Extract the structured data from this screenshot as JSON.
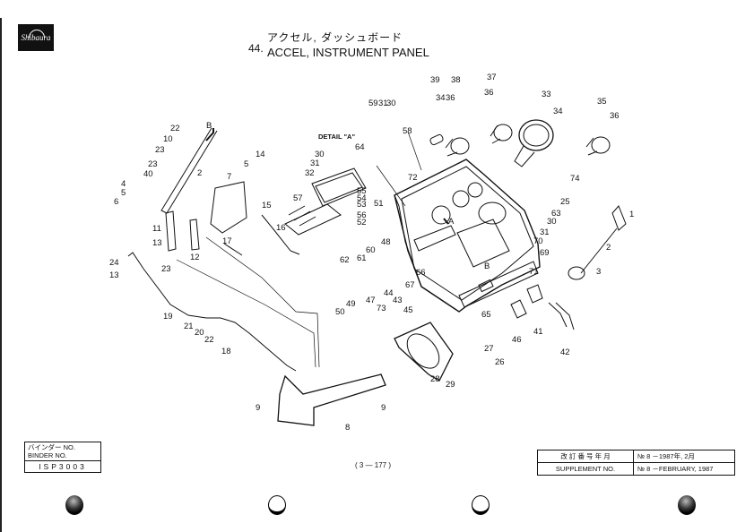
{
  "header": {
    "logo_text": "Shibaura",
    "section_number": "44.",
    "title_jp": "アクセル, ダッシュボード",
    "title_en": "ACCEL, INSTRUMENT PANEL"
  },
  "diagram": {
    "detail_label": "DETAIL \"A\"",
    "callouts": [
      {
        "id": "1",
        "text": "1"
      },
      {
        "id": "2a",
        "text": "2"
      },
      {
        "id": "2b",
        "text": "2"
      },
      {
        "id": "3",
        "text": "3"
      },
      {
        "id": "4",
        "text": "4"
      },
      {
        "id": "5a",
        "text": "5"
      },
      {
        "id": "5b",
        "text": "5"
      },
      {
        "id": "6",
        "text": "6"
      },
      {
        "id": "7",
        "text": "7"
      },
      {
        "id": "8",
        "text": "8"
      },
      {
        "id": "9a",
        "text": "9"
      },
      {
        "id": "9b",
        "text": "9"
      },
      {
        "id": "10",
        "text": "10"
      },
      {
        "id": "11",
        "text": "11"
      },
      {
        "id": "12",
        "text": "12"
      },
      {
        "id": "13a",
        "text": "13"
      },
      {
        "id": "13b",
        "text": "13"
      },
      {
        "id": "14",
        "text": "14"
      },
      {
        "id": "15",
        "text": "15"
      },
      {
        "id": "16",
        "text": "16"
      },
      {
        "id": "17",
        "text": "17"
      },
      {
        "id": "18",
        "text": "18"
      },
      {
        "id": "19",
        "text": "19"
      },
      {
        "id": "20",
        "text": "20"
      },
      {
        "id": "21",
        "text": "21"
      },
      {
        "id": "22a",
        "text": "22"
      },
      {
        "id": "22b",
        "text": "22"
      },
      {
        "id": "23a",
        "text": "23"
      },
      {
        "id": "23b",
        "text": "23"
      },
      {
        "id": "23c",
        "text": "23"
      },
      {
        "id": "24",
        "text": "24"
      },
      {
        "id": "25",
        "text": "25"
      },
      {
        "id": "26",
        "text": "26"
      },
      {
        "id": "27",
        "text": "27"
      },
      {
        "id": "28",
        "text": "28"
      },
      {
        "id": "29",
        "text": "29"
      },
      {
        "id": "30a",
        "text": "30"
      },
      {
        "id": "30b",
        "text": "30"
      },
      {
        "id": "30c",
        "text": "30"
      },
      {
        "id": "31a",
        "text": "31"
      },
      {
        "id": "31b",
        "text": "31"
      },
      {
        "id": "31c",
        "text": "31"
      },
      {
        "id": "32",
        "text": "32"
      },
      {
        "id": "33",
        "text": "33"
      },
      {
        "id": "34a",
        "text": "34"
      },
      {
        "id": "34b",
        "text": "34"
      },
      {
        "id": "35",
        "text": "35"
      },
      {
        "id": "36a",
        "text": "36"
      },
      {
        "id": "36b",
        "text": "36"
      },
      {
        "id": "36c",
        "text": "36"
      },
      {
        "id": "37",
        "text": "37"
      },
      {
        "id": "38",
        "text": "38"
      },
      {
        "id": "39",
        "text": "39"
      },
      {
        "id": "40",
        "text": "40"
      },
      {
        "id": "41",
        "text": "41"
      },
      {
        "id": "42",
        "text": "42"
      },
      {
        "id": "43",
        "text": "43"
      },
      {
        "id": "44",
        "text": "44"
      },
      {
        "id": "45",
        "text": "45"
      },
      {
        "id": "46",
        "text": "46"
      },
      {
        "id": "47",
        "text": "47"
      },
      {
        "id": "48",
        "text": "48"
      },
      {
        "id": "49",
        "text": "49"
      },
      {
        "id": "50",
        "text": "50"
      },
      {
        "id": "51",
        "text": "51"
      },
      {
        "id": "52",
        "text": "52"
      },
      {
        "id": "53",
        "text": "53"
      },
      {
        "id": "54",
        "text": "54"
      },
      {
        "id": "55",
        "text": "55"
      },
      {
        "id": "56",
        "text": "56"
      },
      {
        "id": "57",
        "text": "57"
      },
      {
        "id": "58",
        "text": "58"
      },
      {
        "id": "59",
        "text": "59"
      },
      {
        "id": "60",
        "text": "60"
      },
      {
        "id": "61",
        "text": "61"
      },
      {
        "id": "62",
        "text": "62"
      },
      {
        "id": "63",
        "text": "63"
      },
      {
        "id": "64",
        "text": "64"
      },
      {
        "id": "65",
        "text": "65"
      },
      {
        "id": "66",
        "text": "66"
      },
      {
        "id": "67",
        "text": "67"
      },
      {
        "id": "69",
        "text": "69"
      },
      {
        "id": "70",
        "text": "70"
      },
      {
        "id": "71",
        "text": "71"
      },
      {
        "id": "72",
        "text": "72"
      },
      {
        "id": "73",
        "text": "73"
      },
      {
        "id": "74",
        "text": "74"
      },
      {
        "id": "A",
        "text": "A"
      },
      {
        "id": "B1",
        "text": "B"
      },
      {
        "id": "B2",
        "text": "B"
      }
    ]
  },
  "footer": {
    "binder_jp": "バインダー  NO.",
    "binder_en": "BINDER  NO.",
    "binder_number": "ISP3003",
    "page_number": "( 3 — 177 )",
    "supplement": {
      "row1_label": "改 訂 番 号 年 月",
      "row1_value": "№ 8 －1987年, 2月",
      "row2_label": "SUPPLEMENT NO.",
      "row2_value": "№ 8 －FEBRUARY, 1987"
    }
  }
}
